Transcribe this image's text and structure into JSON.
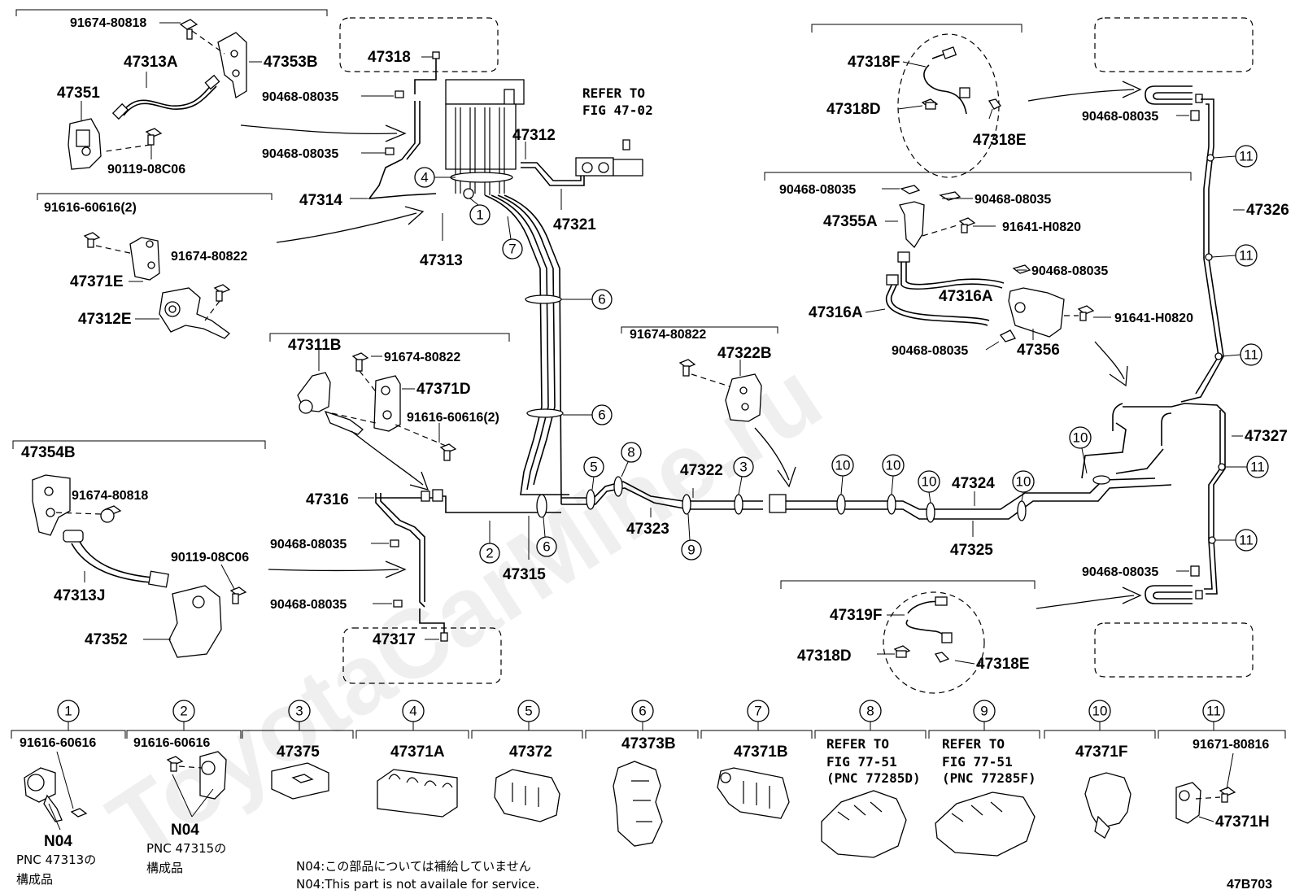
{
  "watermark": "ToyotaCarMine.ru",
  "figure_code": "47B703",
  "refer_master": {
    "line1": "REFER TO",
    "line2": "FIG 47-02"
  },
  "labels": {
    "p91674_80818_a": "91674-80818",
    "p47313A": "47313A",
    "p47353B": "47353B",
    "p47351": "47351",
    "p90119_08C06_a": "90119-08C06",
    "p47318": "47318",
    "p90468_08035_a": "90468-08035",
    "p90468_08035_b": "90468-08035",
    "p47312": "47312",
    "p47314": "47314",
    "p47313": "47313",
    "p47321": "47321",
    "p91616_60616_2a": "91616-60616(2)",
    "p91674_80822_a": "91674-80822",
    "p47371E": "47371E",
    "p47312E": "47312E",
    "p47311B": "47311B",
    "p91674_80822_b": "91674-80822",
    "p47371D": "47371D",
    "p91616_60616_2b": "91616-60616(2)",
    "p47354B": "47354B",
    "p91674_80818_b": "91674-80818",
    "p47313J": "47313J",
    "p90119_08C06_b": "90119-08C06",
    "p47352": "47352",
    "p47316": "47316",
    "p90468_08035_c": "90468-08035",
    "p90468_08035_d": "90468-08035",
    "p47317": "47317",
    "p47315": "47315",
    "p91674_80822_c": "91674-80822",
    "p47322B": "47322B",
    "p47322": "47322",
    "p47323": "47323",
    "p47324": "47324",
    "p47325": "47325",
    "p47318F": "47318F",
    "p47318D_a": "47318D",
    "p47318E_a": "47318E",
    "p90468_08035_e": "90468-08035",
    "p90468_08035_f": "90468-08035",
    "p90468_08035_g": "90468-08035",
    "p47355A": "47355A",
    "p91641_H0820_a": "91641-H0820",
    "p90468_08035_h": "90468-08035",
    "p47316A_a": "47316A",
    "p47316A_b": "47316A",
    "p91641_H0820_b": "91641-H0820",
    "p90468_08035_i": "90468-08035",
    "p47356": "47356",
    "p47326": "47326",
    "p47327": "47327",
    "p90468_08035_j": "90468-08035",
    "p47319F": "47319F",
    "p47318D_b": "47318D",
    "p47318E_b": "47318E"
  },
  "callouts": [
    "1",
    "2",
    "3",
    "4",
    "5",
    "6",
    "7",
    "8",
    "9",
    "10",
    "11"
  ],
  "legend": [
    {
      "num": "1",
      "part": "91616-60616",
      "sub": "N04",
      "pnc": "PNC 47313の",
      "jp": "構成品"
    },
    {
      "num": "2",
      "part": "91616-60616",
      "sub": "N04",
      "pnc": "PNC 47315の",
      "jp": "構成品"
    },
    {
      "num": "3",
      "part": "47375"
    },
    {
      "num": "4",
      "part": "47371A"
    },
    {
      "num": "5",
      "part": "47372"
    },
    {
      "num": "6",
      "part": "47373B"
    },
    {
      "num": "7",
      "part": "47371B"
    },
    {
      "num": "8",
      "ref1": "REFER TO",
      "ref2": "FIG 77-51",
      "ref3": "(PNC 77285D)"
    },
    {
      "num": "9",
      "ref1": "REFER TO",
      "ref2": "FIG 77-51",
      "ref3": "(PNC 77285F)"
    },
    {
      "num": "10",
      "part": "47371F"
    },
    {
      "num": "11",
      "part": "91671-80816",
      "part2": "47371H"
    }
  ],
  "notes": {
    "jp": "N04:この部品については補給していません",
    "en": "N04:This part is not availale for service."
  }
}
